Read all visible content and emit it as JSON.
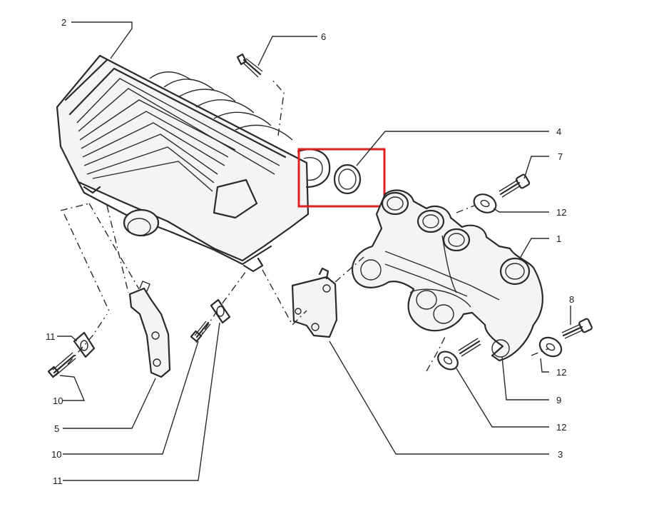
{
  "callouts": [
    {
      "id": "c2a",
      "label": "2"
    },
    {
      "id": "c6",
      "label": "6"
    },
    {
      "id": "c4",
      "label": "4"
    },
    {
      "id": "c7",
      "label": "7"
    },
    {
      "id": "c12a",
      "label": "12"
    },
    {
      "id": "c1",
      "label": "1"
    },
    {
      "id": "c8",
      "label": "8"
    },
    {
      "id": "c12b",
      "label": "12"
    },
    {
      "id": "c9",
      "label": "9"
    },
    {
      "id": "c12c",
      "label": "12"
    },
    {
      "id": "c3",
      "label": "3"
    },
    {
      "id": "c11a",
      "label": "11"
    },
    {
      "id": "c10a",
      "label": "10"
    },
    {
      "id": "c5",
      "label": "5"
    },
    {
      "id": "c10b",
      "label": "10"
    },
    {
      "id": "c11b",
      "label": "11"
    }
  ],
  "colors": {
    "line": "#2a2a2a",
    "highlight": "#e02020",
    "background": "#ffffff"
  }
}
